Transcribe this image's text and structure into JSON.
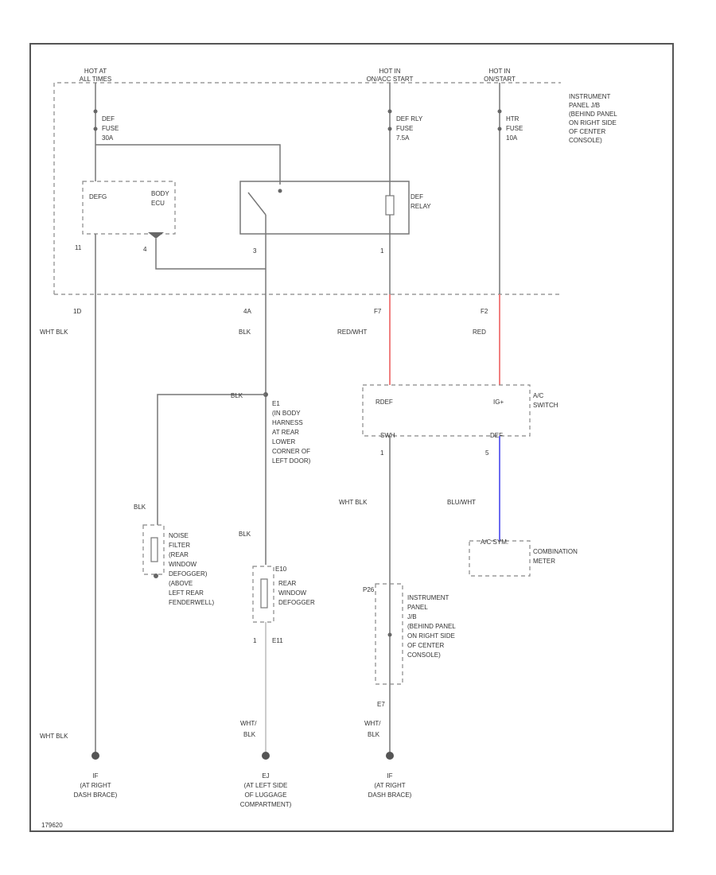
{
  "sources": {
    "hot_at_all_times": [
      "HOT AT",
      "ALL TIMES"
    ],
    "hot_in_on_start_1": [
      "HOT IN",
      "ON/ACC START"
    ],
    "hot_in_on_start_2": [
      "HOT IN",
      "ON/START"
    ]
  },
  "panel_label": [
    "INSTRUMENT",
    "PANEL J/B",
    "(BEHIND PANEL",
    "ON RIGHT SIDE",
    "OF CENTER",
    "CONSOLE)"
  ],
  "fuses": {
    "def": [
      "DEF",
      "FUSE",
      "30A"
    ],
    "def_rly": [
      "DEF RLY",
      "FUSE",
      "7.5A"
    ],
    "htr": [
      "HTR",
      "FUSE",
      "10A"
    ]
  },
  "body_ecu": {
    "name": [
      "BODY",
      "ECU"
    ],
    "inner": "DEFG",
    "pin_left": "11",
    "pin_right": "4"
  },
  "relay": {
    "name": [
      "DEF",
      "RELAY"
    ],
    "pin_left": "3",
    "pin_right": "1"
  },
  "connectors": {
    "c1": "1D",
    "c2": "4A",
    "c3": "F7",
    "c4": "F2",
    "e1": "E1",
    "sw_left": "1",
    "sw_right": "5",
    "e11": "E11",
    "p1": "1",
    "ws": "E11",
    "p26": "P26",
    "e7": "E7"
  },
  "wires": {
    "wht_blk_top": "WHT BLK",
    "blk_1": "BLK",
    "red_wht": "RED/WHT",
    "red": "RED",
    "blk_harness": "BLK",
    "blk_left": "BLK",
    "blk_mid": "BLK",
    "wht_blk_mid": "WHT BLK",
    "blu_wht": "BLU/WHT",
    "wht_blk_bot": "WHT BLK",
    "wht_blk_bot2": [
      "WHT/",
      "BLK"
    ],
    "wht_blk_bot3": [
      "WHT/",
      "BLK"
    ]
  },
  "ac_switch": {
    "name": [
      "A/C",
      "SWITCH"
    ],
    "pin_l": "RDEF",
    "pin_r": "IG+",
    "pin_bl": "SWH",
    "pin_br": "DEF"
  },
  "harness_note": [
    "E1",
    "(IN BODY",
    "HARNESS",
    "AT REAR",
    "LOWER",
    "CORNER OF",
    "LEFT DOOR)"
  ],
  "noise_filter": [
    "NOISE",
    "FILTER",
    "(REAR",
    "WINDOW",
    "DEFOGGER)",
    "(ABOVE",
    "LEFT REAR",
    "FENDERWELL)"
  ],
  "defogger": {
    "name": [
      "REAR",
      "WINDOW",
      "DEFOGGER"
    ],
    "code": "E10"
  },
  "combination_meter": {
    "name": [
      "COMBINATION",
      "METER"
    ],
    "pin": "A/C SYM."
  },
  "panel_label_2": [
    "INSTRUMENT",
    "PANEL",
    "J/B",
    "(BEHIND PANEL",
    "ON RIGHT SIDE",
    "OF CENTER",
    "CONSOLE)"
  ],
  "grounds": {
    "g1": [
      "IF",
      "(AT RIGHT",
      "DASH BRACE)"
    ],
    "g2": [
      "EJ",
      "(AT LEFT SIDE",
      "OF LUGGAGE",
      "COMPARTMENT)"
    ],
    "g3": [
      "IF",
      "(AT RIGHT",
      "DASH BRACE)"
    ]
  },
  "footer_code": "179620",
  "colors": {
    "red_wire": "#f08080",
    "blue_wire": "#6b6bf0",
    "frame": "#555555"
  }
}
